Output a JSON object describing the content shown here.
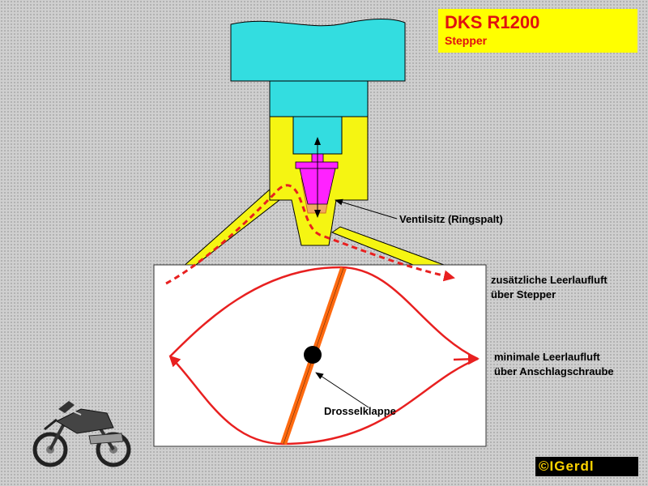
{
  "title": {
    "main": "DKS R1200",
    "sub": "Stepper"
  },
  "labels": {
    "valve_seat": "Ventilsitz (Ringspalt)",
    "extra_air_line1": "zusätzliche Leerlaufluft",
    "extra_air_line2": "über Stepper",
    "min_air_line1": "minimale Leerlaufluft",
    "min_air_line2": "über Anschlagschraube",
    "throttle": "Drosselklappe"
  },
  "copyright": "©IGerdl",
  "colors": {
    "stepper_cyan": "#33dde0",
    "housing_yellow": "#f5f512",
    "needle_magenta": "#ff22ff",
    "airflow_red": "#e82020",
    "throttle_orange": "#ff6a10",
    "title_red": "#e01010"
  },
  "icons": {
    "motorcycle": "motorcycle-icon"
  }
}
